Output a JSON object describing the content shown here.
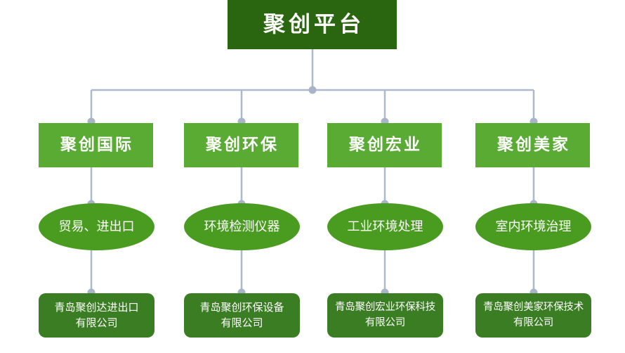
{
  "diagram": {
    "type": "organization-chart",
    "title_node": {
      "label": "聚创平台"
    },
    "colors": {
      "root_fill": "#2a6610",
      "division_fill": "#5aab33",
      "business_fill": "#4a9c21",
      "company_fill": "#3a7d22",
      "connector": "#adb9cc",
      "text": "#ffffff",
      "background": "#ffffff"
    },
    "branches": [
      {
        "division": "聚创国际",
        "business": "贸易、进出口",
        "company_line1": "青岛聚创达进出口",
        "company_line2": "有限公司"
      },
      {
        "division": "聚创环保",
        "business": "环境检测仪器",
        "company_line1": "青岛聚创环保设备",
        "company_line2": "有限公司"
      },
      {
        "division": "聚创宏业",
        "business": "工业环境处理",
        "company_line1": "青岛聚创宏业环保科技",
        "company_line2": "有限公司"
      },
      {
        "division": "聚创美家",
        "business": "室内环境治理",
        "company_line1": "青岛聚创美家环保技术",
        "company_line2": "有限公司"
      }
    ]
  }
}
